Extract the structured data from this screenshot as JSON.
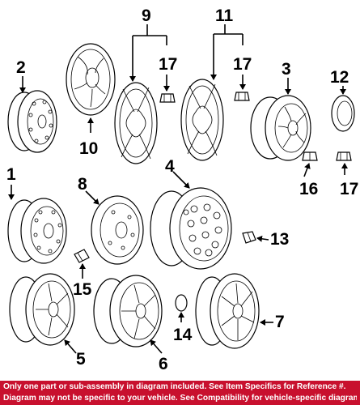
{
  "callouts": {
    "c1": "1",
    "c2": "2",
    "c3": "3",
    "c4": "4",
    "c5": "5",
    "c6": "6",
    "c7": "7",
    "c8": "8",
    "c9": "9",
    "c10": "10",
    "c11": "11",
    "c12": "12",
    "c13": "13",
    "c14": "14",
    "c15": "15",
    "c16": "16",
    "c17a": "17",
    "c17b": "17",
    "c17c": "17"
  },
  "footer": {
    "line1": "Only one part or sub-assembly in diagram included. See Item Specifics for Reference #.",
    "line2": "Diagram may not be specific to your vehicle. See Compatibility for vehicle-specific diagrams."
  },
  "colors": {
    "footer_bg": "#c8102e",
    "footer_text": "#ffffff",
    "line": "#000000"
  }
}
